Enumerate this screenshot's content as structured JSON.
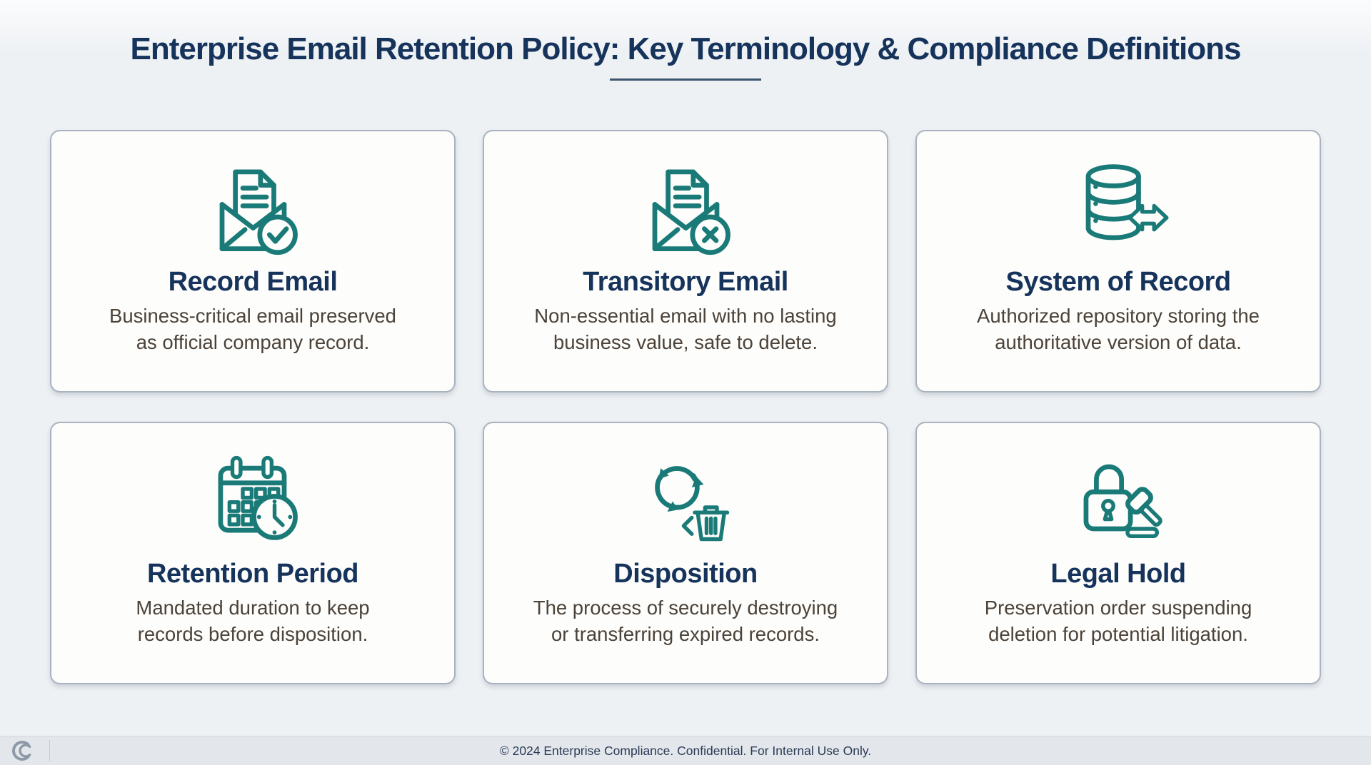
{
  "page": {
    "title": "Enterprise Email Retention Policy: Key Terminology & Compliance Definitions",
    "footer": "© 2024 Enterprise Compliance. Confidential. For Internal Use Only."
  },
  "colors": {
    "accent_teal": "#1a7a77",
    "heading_navy": "#16335b",
    "body_text": "#4b4238",
    "page_background": "#eef1f4",
    "card_background": "#fdfdfc",
    "card_border": "#a9b3bf",
    "footer_background": "#e3e7eb"
  },
  "cards": [
    {
      "icon": "record-email-icon",
      "title": "Record Email",
      "desc": "Business-critical email preserved\nas official company record."
    },
    {
      "icon": "transitory-email-icon",
      "title": "Transitory Email",
      "desc": "Non-essential email with no lasting\nbusiness value, safe to delete."
    },
    {
      "icon": "system-of-record-icon",
      "title": "System of Record",
      "desc": "Authorized repository storing the\nauthoritative version of data."
    },
    {
      "icon": "retention-period-icon",
      "title": "Retention Period",
      "desc": "Mandated duration to keep\nrecords before disposition."
    },
    {
      "icon": "disposition-icon",
      "title": "Disposition",
      "desc": "The process of securely destroying\nor transferring expired records."
    },
    {
      "icon": "legal-hold-icon",
      "title": "Legal Hold",
      "desc": "Preservation order suspending\ndeletion for potential litigation."
    }
  ]
}
